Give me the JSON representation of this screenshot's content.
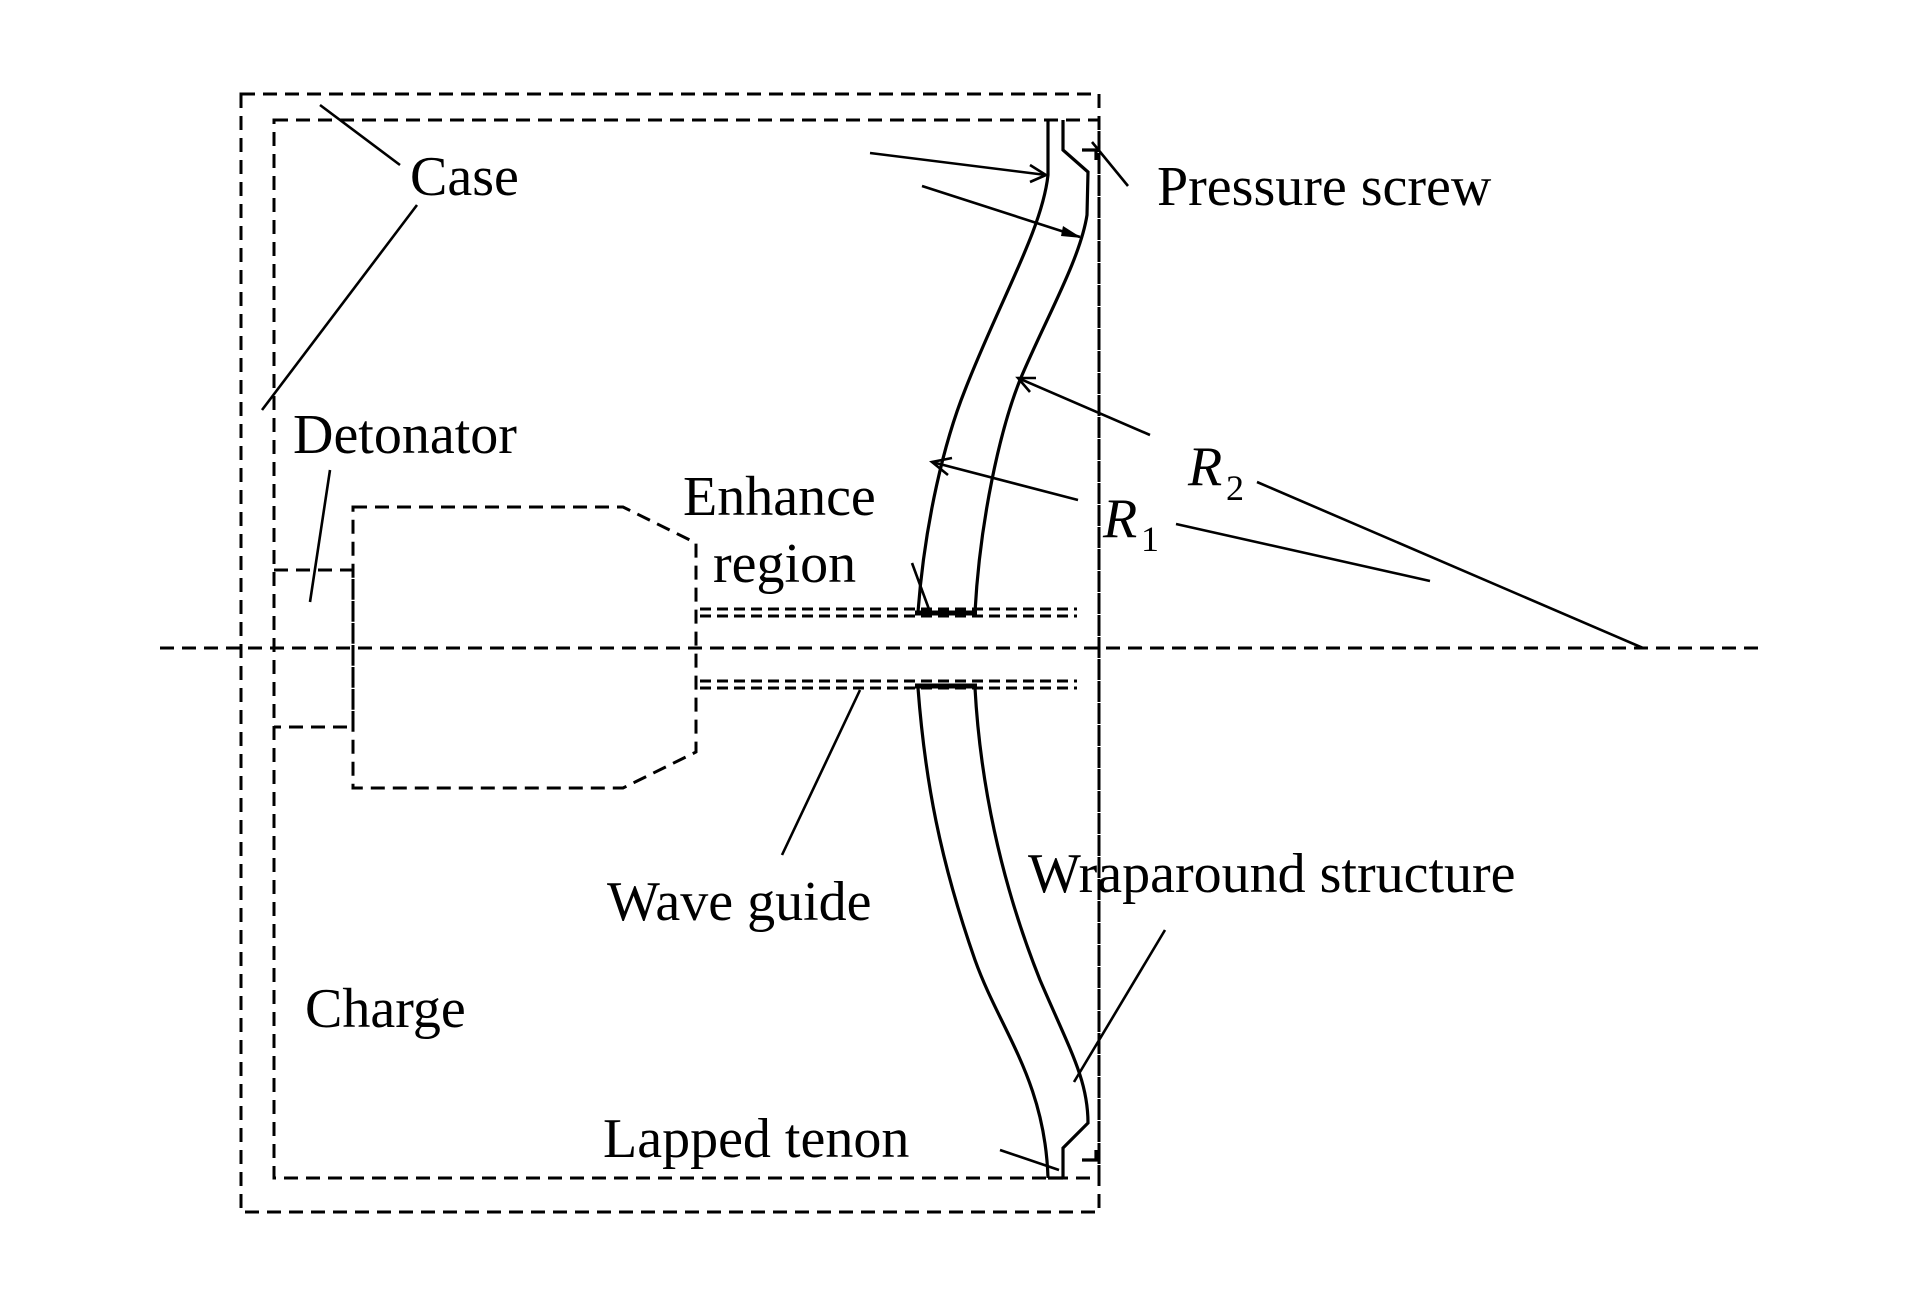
{
  "figure": {
    "title": "Shaped charge with wraparound structure (cross-section)",
    "labels": {
      "case": "Case",
      "pressure_screw": "Pressure screw",
      "detonator": "Detonator",
      "enhance_line1": "Enhance",
      "enhance_line2": "region",
      "r2_symbol": "R",
      "r2_subscript": "2",
      "r1_symbol": "R",
      "r1_subscript": "1",
      "wave_guide": "Wave guide",
      "wraparound_structure": "Wraparound structure",
      "charge": "Charge",
      "lapped_tenon": "Lapped tenon"
    },
    "line_color": "#000000",
    "background": "#ffffff"
  }
}
